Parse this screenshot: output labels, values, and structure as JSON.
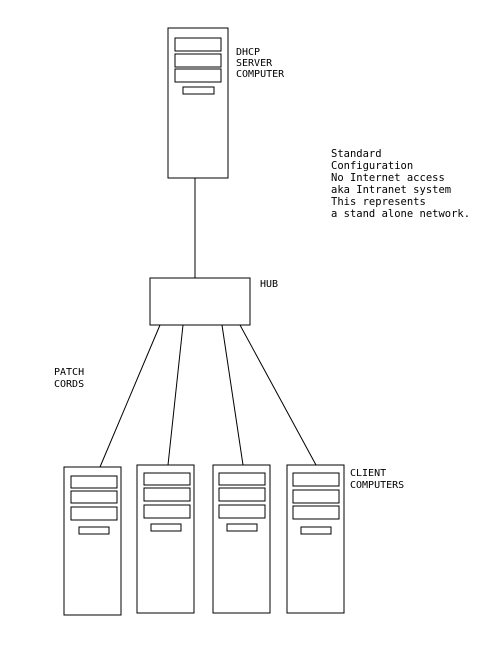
{
  "server_label": [
    "DHCP",
    "SERVER",
    "COMPUTER"
  ],
  "hub_label": "HUB",
  "patch_label": [
    "PATCH",
    "CORDS"
  ],
  "client_label": [
    "CLIENT",
    "COMPUTERS"
  ],
  "note_lines": [
    "Standard",
    "Configuration",
    "No Internet access",
    "aka Intranet system",
    "This represents",
    "a stand alone network."
  ],
  "colors": {
    "line": "#000000",
    "background": "#ffffff"
  }
}
